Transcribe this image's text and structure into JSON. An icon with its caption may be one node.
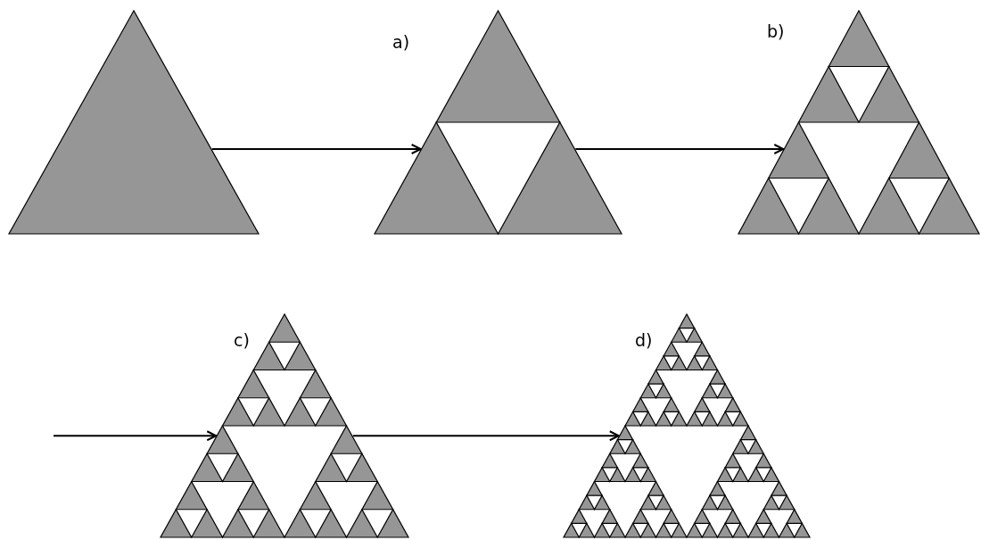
{
  "diagram": {
    "nodes": [
      {
        "text": [],
        "shape": "triangle"
      },
      {
        "text": [],
        "shape": "triangle",
        "beside": [
          "a)"
        ]
      },
      {
        "text": [],
        "shape": "triangle",
        "beside": [
          "b)"
        ]
      },
      {
        "text": [],
        "shape": "triangle",
        "beside": [
          "c)"
        ]
      },
      {
        "text": [],
        "shape": "triangle",
        "beside": [
          "d)"
        ]
      }
    ],
    "edges": [
      {
        "from": 0,
        "to": 1,
        "arrow": "to"
      },
      {
        "from": 1,
        "to": 2,
        "arrow": "to"
      },
      {
        "from": null,
        "to": 3,
        "arrow": "to"
      },
      {
        "from": 3,
        "to": 4,
        "arrow": "to"
      }
    ]
  }
}
